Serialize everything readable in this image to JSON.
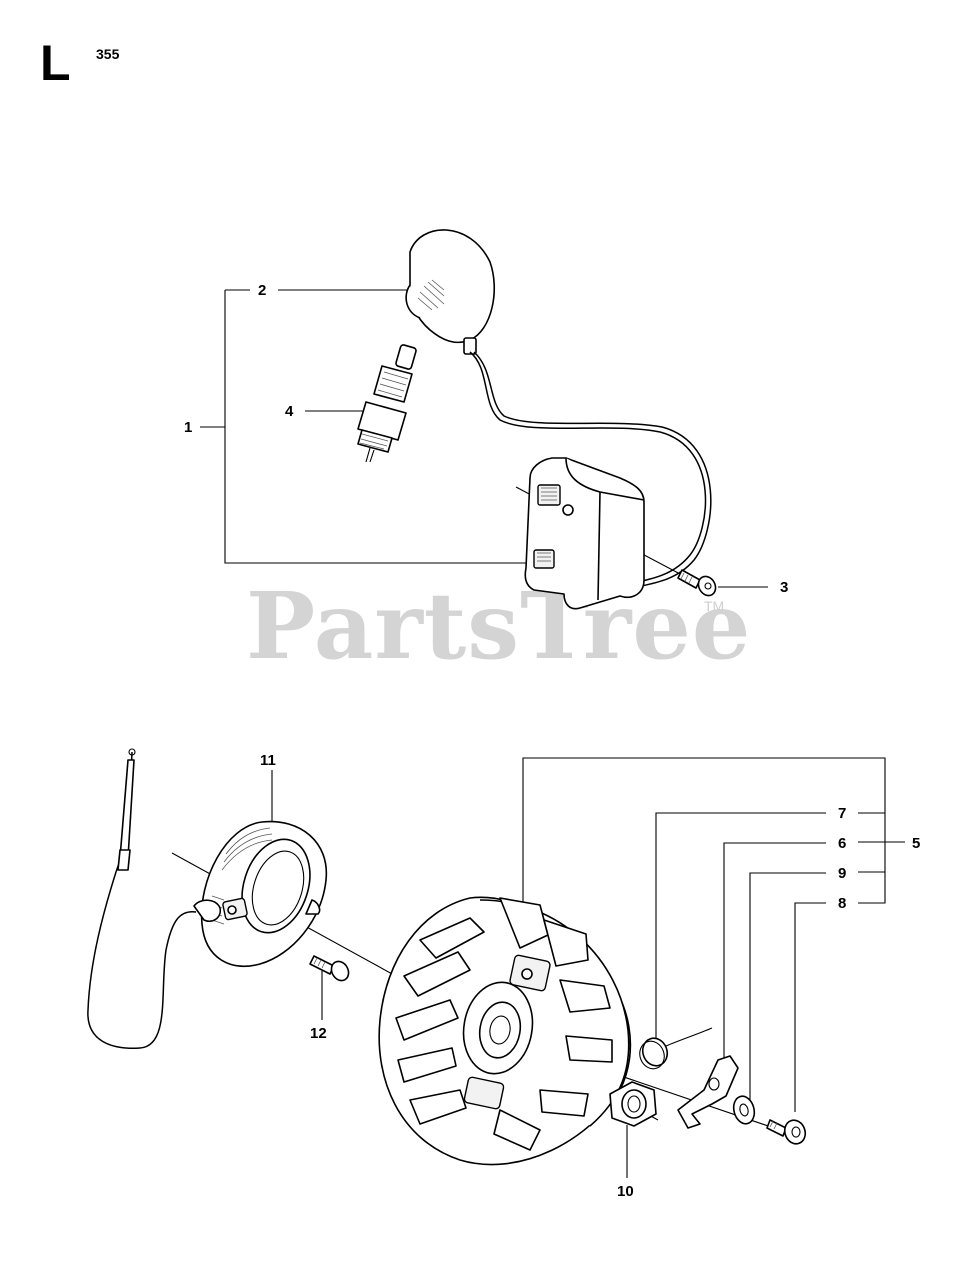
{
  "header": {
    "section": "L",
    "page_number": "355"
  },
  "watermark": {
    "text": "PartsTree",
    "trademark": "TM"
  },
  "callouts": [
    "1",
    "2",
    "3",
    "4",
    "5",
    "6",
    "7",
    "8",
    "9",
    "10",
    "11",
    "12"
  ]
}
